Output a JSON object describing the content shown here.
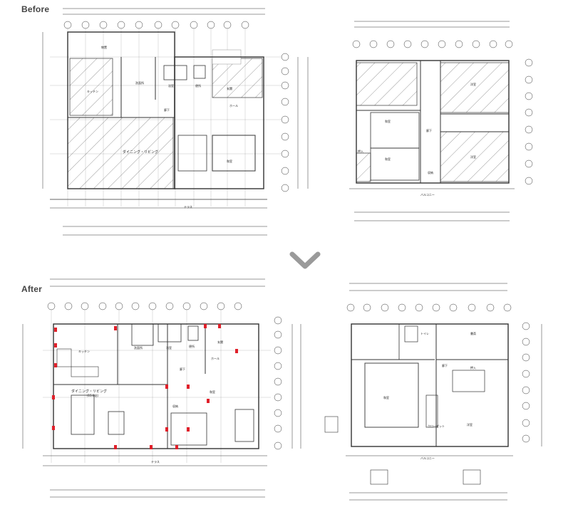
{
  "sections": {
    "before": {
      "label": "Before"
    },
    "after": {
      "label": "After"
    }
  },
  "colors": {
    "line": "#333333",
    "hatch": "#555555",
    "marker": "#e0202a",
    "arrow": "#9a9a9a"
  },
  "icons": {
    "divider": "chevron-down-icon"
  },
  "rooms": {
    "before_f1": {
      "living": "ダイニング・リビング",
      "terrace": "テラス",
      "washitsu": "和室",
      "hall": "ホール",
      "genkan": "玄関",
      "kitchen": "キッチン",
      "storage": "物置",
      "corridor": "廊下",
      "bath": "浴室",
      "wash": "洗面所",
      "toilet": "便所"
    },
    "before_f2": {
      "washitsu1": "和室",
      "washitsu2": "和室",
      "yoshitsu1": "洋室",
      "yoshitsu2": "洋室",
      "corridor": "廊下",
      "balcony": "バルコニー",
      "closet": "押入",
      "storage": "収納"
    },
    "after_f1": {
      "living": "ダイニング・リビング",
      "living_area": "(15.0帖)",
      "terrace": "テラス",
      "kitchen": "キッチン",
      "hall": "ホール",
      "genkan": "玄関",
      "corridor": "廊下",
      "washitsu": "和室",
      "bath": "浴室",
      "toilet": "便所",
      "storage": "収納",
      "wash": "洗面所"
    },
    "after_f2": {
      "washitsu": "和室",
      "shosai": "書斎",
      "yoshitsu": "洋室",
      "corridor": "廊下",
      "balcony": "バルコニー",
      "closet": "押入",
      "wic": "クローゼット",
      "toilet": "トイレ"
    }
  }
}
